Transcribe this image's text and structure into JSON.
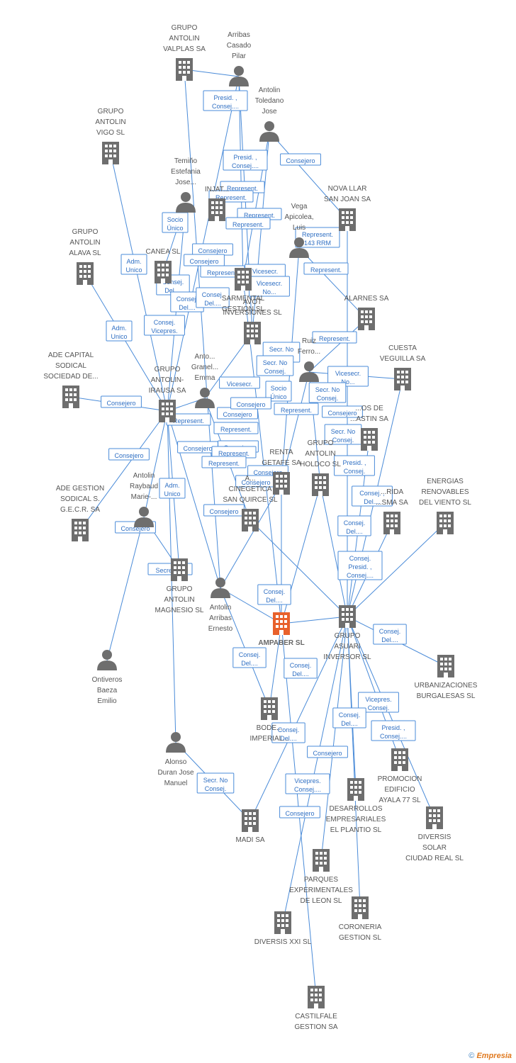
{
  "colors": {
    "edge": "#4a8bd8",
    "node": "#6e6e6e",
    "highlight": "#e8612c",
    "label": "#555555"
  },
  "footer": {
    "copyright": "©",
    "brand": "Empresia"
  },
  "nodes": [
    {
      "id": "valplas",
      "type": "company",
      "label": [
        "GRUPO",
        "ANTOLIN",
        "VALPLAS SA"
      ]
    },
    {
      "id": "arribas_pilar",
      "type": "person",
      "label": [
        "Arribas",
        "Casado",
        "Pilar"
      ]
    },
    {
      "id": "toledano",
      "type": "person",
      "label": [
        "Antolin",
        "Toledano",
        "Jose"
      ]
    },
    {
      "id": "vigo",
      "type": "company",
      "label": [
        "GRUPO",
        "ANTOLIN",
        "VIGO SL"
      ]
    },
    {
      "id": "temino",
      "type": "person",
      "label": [
        "Temiño",
        "Estefania",
        "Jose..."
      ]
    },
    {
      "id": "injat",
      "type": "company",
      "label": [
        "INJAT..."
      ]
    },
    {
      "id": "nova_llar",
      "type": "company",
      "label": [
        "NOVA LLAR",
        "SAN JOAN SA"
      ]
    },
    {
      "id": "vega",
      "type": "person",
      "label": [
        "Vega",
        "Apicolea,",
        "Luis"
      ]
    },
    {
      "id": "alava",
      "type": "company",
      "label": [
        "GRUPO",
        "ANTOLIN",
        "ALAVA SL"
      ]
    },
    {
      "id": "canea",
      "type": "company",
      "label": [
        "CANEA SL"
      ]
    },
    {
      "id": "sarmental",
      "type": "company",
      "label": [
        "SARMENTAL",
        "GESTION SL"
      ]
    },
    {
      "id": "alarnes",
      "type": "company",
      "label": [
        "ALARNES SA"
      ]
    },
    {
      "id": "avot",
      "type": "company",
      "label": [
        "AVOT",
        "INVERSIONES SL"
      ]
    },
    {
      "id": "ruiz",
      "type": "person",
      "label": [
        "Ruiz",
        "Ferro..."
      ]
    },
    {
      "id": "ade_capital",
      "type": "company",
      "label": [
        "ADE CAPITAL",
        "SODICAL",
        "SOCIEDAD DE..."
      ]
    },
    {
      "id": "irausa",
      "type": "company",
      "label": [
        "GRUPO",
        "ANTOLIN-",
        "IRAUSA SA"
      ]
    },
    {
      "id": "grau",
      "type": "person",
      "label": [
        "Anto...",
        "Granel...",
        "Emma"
      ]
    },
    {
      "id": "cuesta",
      "type": "company",
      "label": [
        "CUESTA",
        "VEGUILLA SA"
      ]
    },
    {
      "id": "agustin",
      "type": "company",
      "label": [
        "...OS DE",
        "...ASTIN SA"
      ]
    },
    {
      "id": "renta",
      "type": "company",
      "label": [
        "RENTA",
        "GETAFE SA"
      ]
    },
    {
      "id": "holdco",
      "type": "company",
      "label": [
        "GRUPO",
        "ANTOLIN",
        "HOLDCO SL"
      ]
    },
    {
      "id": "ade_gestion",
      "type": "company",
      "label": [
        "ADE GESTION",
        "SODICAL S.",
        "G.E.C.R. SA"
      ]
    },
    {
      "id": "raybaud",
      "type": "person",
      "label": [
        "Antolin",
        "Raybaud",
        "Marie-..."
      ]
    },
    {
      "id": "cinegetica",
      "type": "company",
      "label": [
        "A...",
        "CINEGETICA",
        "SAN QUIRCE SL"
      ]
    },
    {
      "id": "florida",
      "type": "company",
      "label": [
        "...RIDA",
        "...SMA SA"
      ]
    },
    {
      "id": "energias",
      "type": "company",
      "label": [
        "ENERGIAS",
        "RENOVABLES",
        "DEL VIENTO SL"
      ]
    },
    {
      "id": "magnesio",
      "type": "company",
      "label": [
        "GRUPO",
        "ANTOLIN",
        "MAGNESIO SL"
      ]
    },
    {
      "id": "arribas_ernesto",
      "type": "person",
      "label": [
        "Antolin",
        "Arribas",
        "Ernesto"
      ]
    },
    {
      "id": "ampaber",
      "type": "focus",
      "label": [
        "AMPABER SL"
      ]
    },
    {
      "id": "asuari",
      "type": "company",
      "label": [
        "GRUPO",
        "ASUARI",
        "INVERSOR SL"
      ]
    },
    {
      "id": "ontiveros",
      "type": "person",
      "label": [
        "Ontiveros",
        "Baeza",
        "Emilio"
      ]
    },
    {
      "id": "urbanizaciones",
      "type": "company",
      "label": [
        "URBANIZACIONES",
        "BURGALESAS SL"
      ]
    },
    {
      "id": "bodegas",
      "type": "company",
      "label": [
        "BODE...",
        "IMPERIAL..."
      ]
    },
    {
      "id": "alonso",
      "type": "person",
      "label": [
        "Alonso",
        "Duran Jose",
        "Manuel"
      ]
    },
    {
      "id": "promocion",
      "type": "company",
      "label": [
        "PROMOCION",
        "EDIFICIO",
        "AYALA 77 SL"
      ]
    },
    {
      "id": "desarrollos",
      "type": "company",
      "label": [
        "DESARROLLOS",
        "EMPRESARIALES",
        "EL PLANTIO SL"
      ]
    },
    {
      "id": "madi",
      "type": "company",
      "label": [
        "MADI SA"
      ]
    },
    {
      "id": "diversis_solar",
      "type": "company",
      "label": [
        "DIVERSIS",
        "SOLAR",
        "CIUDAD REAL SL"
      ]
    },
    {
      "id": "parques",
      "type": "company",
      "label": [
        "PARQUES",
        "EXPERIMENTALES",
        "DE LEON SL"
      ]
    },
    {
      "id": "coroneria",
      "type": "company",
      "label": [
        "CORONERIA",
        "GESTION SL"
      ]
    },
    {
      "id": "diversis_xxi",
      "type": "company",
      "label": [
        "DIVERSIS XXI SL"
      ]
    },
    {
      "id": "castilfale",
      "type": "company",
      "label": [
        "CASTILFALE",
        "GESTION SA"
      ]
    }
  ],
  "edge_labels": [
    [
      "Presid. ,",
      "Consej...."
    ],
    [
      "Presid. ,",
      "Consej...."
    ],
    [
      "Consejero"
    ],
    [
      "Represent."
    ],
    [
      "Represent."
    ],
    [
      "Represent."
    ],
    [
      "Represent."
    ],
    [
      "Represent.",
      "143 RRM"
    ],
    [
      "Socio",
      "Único"
    ],
    [
      "Consejero"
    ],
    [
      "Adm.",
      "Unico"
    ],
    [
      "Consejero"
    ],
    [
      "Represent."
    ],
    [
      "Consej.",
      "Del...."
    ],
    [
      "Consej.",
      "Del...."
    ],
    [
      "Vicesecr.",
      "No..."
    ],
    [
      "Vicesecr.",
      "No..."
    ],
    [
      "Consej.",
      "Del...."
    ],
    [
      "Adm.",
      "Unico"
    ],
    [
      "Consej.",
      "Vicepres."
    ],
    [
      "Represent."
    ],
    [
      "Represent."
    ],
    [
      "Secr. No",
      "Consej."
    ],
    [
      "Secr. No",
      "Consej."
    ],
    [
      "Vicesecr.",
      "No..."
    ],
    [
      "Vicesecr."
    ],
    [
      "Consejero"
    ],
    [
      "Socio",
      "Único"
    ],
    [
      "Secr. No",
      "Consej."
    ],
    [
      "Consejero"
    ],
    [
      "Represent."
    ],
    [
      "Consejero"
    ],
    [
      "Represent."
    ],
    [
      "Consejero"
    ],
    [
      "Secr. No",
      "Consej."
    ],
    [
      "Consejero"
    ],
    [
      "Represent."
    ],
    [
      "Represent."
    ],
    [
      "Represent."
    ],
    [
      "Presid. ,",
      "Consej."
    ],
    [
      "Consejero"
    ],
    [
      "Adm.",
      "Unico"
    ],
    [
      "Consejero"
    ],
    [
      "Consej. ,",
      "Del...."
    ],
    [
      "Consejero"
    ],
    [
      "Consej.",
      "Del...."
    ],
    [
      "Consejero"
    ],
    [
      "Consejero"
    ],
    [
      "Secretario"
    ],
    [
      "Consej.",
      "Presid. ,",
      "Consej...."
    ],
    [
      "Consej.",
      "Del...."
    ],
    [
      "Consejero"
    ],
    [
      "Consej.",
      "Del...."
    ],
    [
      "Consej.",
      "Del...."
    ],
    [
      "Consej.",
      "Del...."
    ],
    [
      "Vicepres.",
      "Consej."
    ],
    [
      "Presid. ,",
      "Consej...."
    ],
    [
      "Consej.",
      "Del...."
    ],
    [
      "Consej.",
      "Del...."
    ],
    [
      "Consejero"
    ],
    [
      "Secr. No",
      "Consej."
    ],
    [
      "Vicepres.",
      "Consej...."
    ],
    [
      "Consejero"
    ]
  ]
}
